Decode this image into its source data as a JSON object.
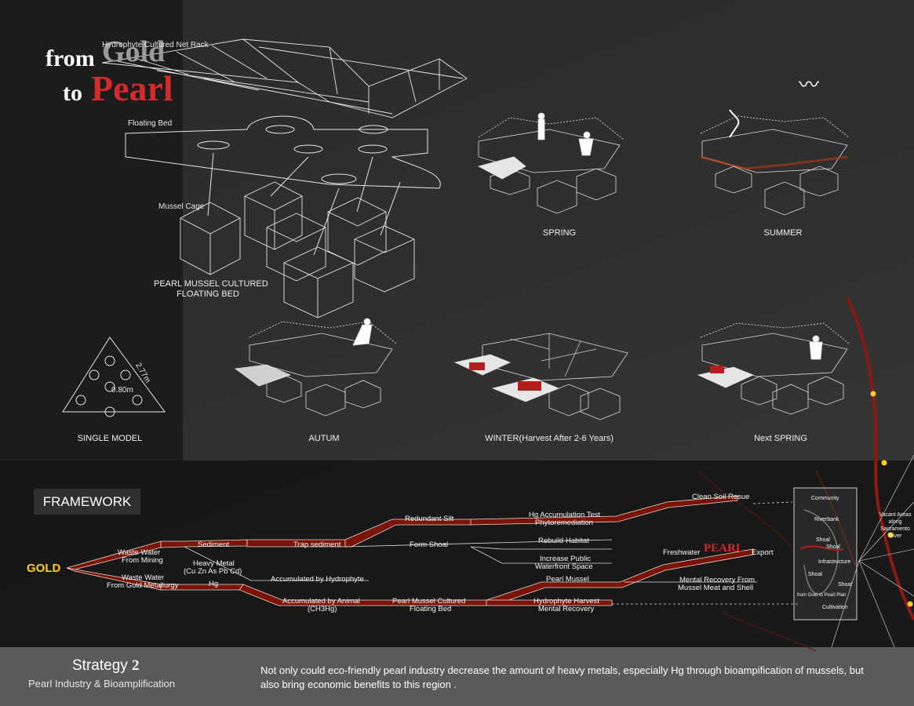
{
  "title": {
    "from": "from",
    "gold": "Gold",
    "to": "to",
    "pearl": "Pearl"
  },
  "labels": {
    "net_rack": "Hydrophyte Cultured Net Rack",
    "floating_bed": "Floating Bed",
    "mussel_cage": "Mussel Cage",
    "main_caption_1": "PEARL MUSSEL CULTURED",
    "main_caption_2": "FLOATING BED",
    "dim_side": "2.77m",
    "dim_circle": "0.80m"
  },
  "seasons": {
    "spring": "SPRING",
    "summer": "SUMMER",
    "single": "SINGLE MODEL",
    "autum": "AUTUM",
    "winter": "WINTER(Harvest After 2-6 Years)",
    "next_spring": "Next SPRING"
  },
  "framework": {
    "title": "FRAMEWORK",
    "source": "GOLD",
    "nodes": {
      "ww_mining_1": "Waste Water",
      "ww_mining_2": "From Mining",
      "ww_metal_1": "Waste Water",
      "ww_metal_2": "From Gold Metallurgy",
      "sediment": "Sediment",
      "heavy_metal_1": "Heavy Metal",
      "heavy_metal_2": "(Cu Zn As Pb Cd)",
      "hg": "Hg",
      "trap_sediment": "Trap sediment",
      "redundant_silt": "Redundant Silt",
      "form_shoal": "Form Shoal",
      "acc_hydrophyte": "Accumulated by Hydrophyte",
      "acc_animal_1": "Accumulated by Animal",
      "acc_animal_2": "(CH3Hg)",
      "pmcfb_1": "Pearl Mussel Cultured",
      "pmcfb_2": "Floating Bed",
      "hg_test_1": "Hg Accumulation Test",
      "hg_test_2": "Phytoremediation",
      "clean_soil": "Clean Soil Resue",
      "rebuild": "Rebuild Habitat",
      "public_1": "Increase Public",
      "public_2": "Waterfront Space",
      "pearl_mussel": "Pearl Mussel",
      "freshwater": "Freshwater",
      "pearl": "PEARL",
      "export": "Export",
      "hydro_harvest_1": "Hydrophyte Harvest",
      "hydro_harvest_2": "Mental Recovery",
      "mental_1": "Mental Recovery From",
      "mental_2": "Mussel Meat and Shell"
    },
    "panel": [
      "Community",
      "Riverbank",
      "Shoal",
      "Shoal",
      "Infrastructure",
      "Shoal",
      "Shoal",
      "from Gold to Pearl  Plan",
      "Cultivation"
    ],
    "vacant": "Vacant Areas along Sacramento River"
  },
  "footer": {
    "strategy": "Strategy",
    "strategy_num": "2",
    "subtitle": "Pearl Industry & Bioamplification",
    "description": "Not only could eco-friendly pearl industry decrease the amount of heavy metals, especially Hg through bioampification of mussels,   but also bring economic benefits to this region ."
  },
  "colors": {
    "accent_red": "#d42a2a",
    "gold_yellow": "#ffd21a",
    "flow_red": "#7a1408"
  }
}
